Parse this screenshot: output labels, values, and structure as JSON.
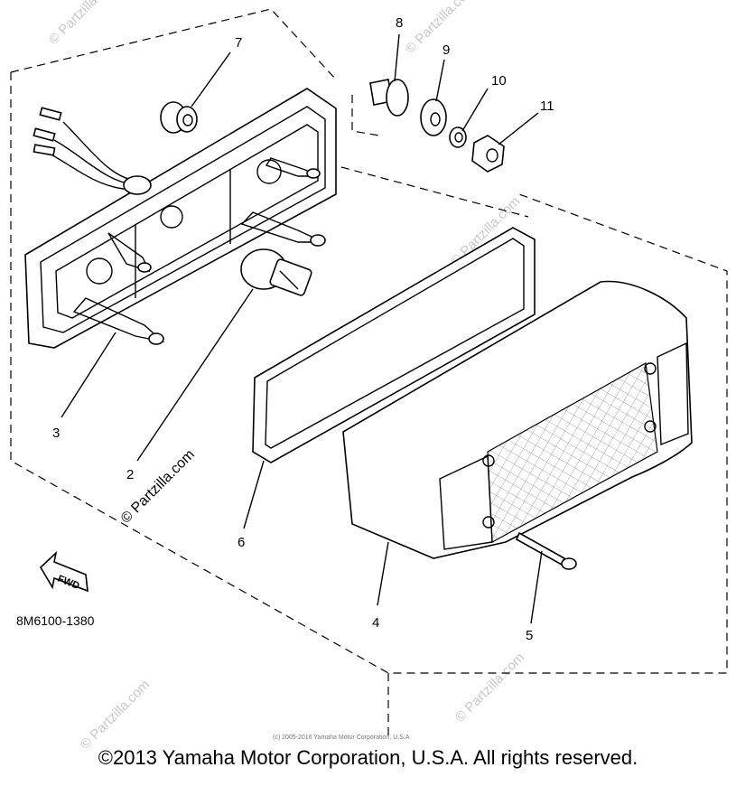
{
  "diagram": {
    "callouts": [
      "2",
      "3",
      "4",
      "5",
      "6",
      "7",
      "8",
      "9",
      "10",
      "11"
    ],
    "part_number": "8M6100-1380",
    "fwd_label": "FWD",
    "watermark": "© Partzilla.com",
    "small_credit": "(c) 2005-2016 Yamaha Motor Corporation, U.S.A"
  },
  "footer": {
    "copyright": "©2013 Yamaha Motor Corporation, U.S.A. All rights reserved."
  }
}
